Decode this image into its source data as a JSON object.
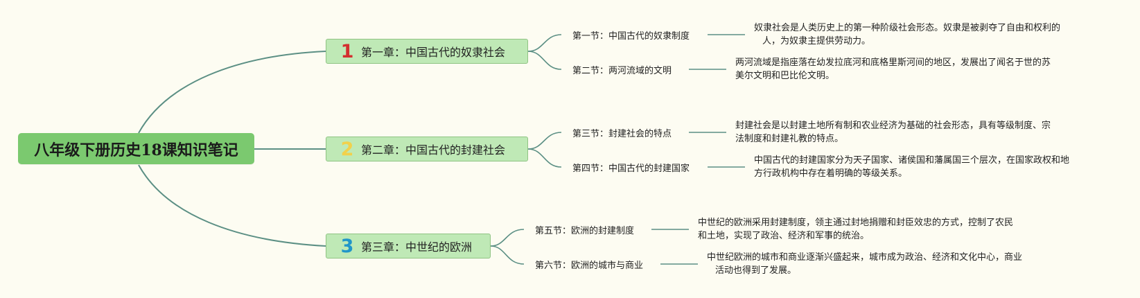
{
  "root": {
    "title": "八年级下册历史18课知识笔记"
  },
  "chapters": [
    {
      "number": "1",
      "number_color": "#d32f2f",
      "title": "第一章：中国古代的奴隶社会",
      "sections": [
        {
          "title": "第一节：中国古代的奴隶制度",
          "desc": [
            "奴隶社会是人类历史上的第一种阶级社会形态。奴隶是被剥夺了自由和权利的",
            "人，为奴隶主提供劳动力。"
          ]
        },
        {
          "title": "第二节：两河流域的文明",
          "desc": [
            "两河流域是指座落在幼发拉底河和底格里斯河间的地区，发展出了闻名于世的苏",
            "美尔文明和巴比伦文明。"
          ]
        }
      ]
    },
    {
      "number": "2",
      "number_color": "#f2d14b",
      "title": "第二章：中国古代的封建社会",
      "sections": [
        {
          "title": "第三节：封建社会的特点",
          "desc": [
            "封建社会是以封建土地所有制和农业经济为基础的社会形态，具有等级制度、宗",
            "法制度和封建礼教的特点。"
          ]
        },
        {
          "title": "第四节：中国古代的封建国家",
          "desc": [
            "中国古代的封建国家分为天子国家、诸侯国和藩属国三个层次，在国家政权和地",
            "方行政机构中存在着明确的等级关系。"
          ]
        }
      ]
    },
    {
      "number": "3",
      "number_color": "#2196c9",
      "title": "第三章：中世纪的欧洲",
      "sections": [
        {
          "title": "第五节：欧洲的封建制度",
          "desc": [
            "中世纪的欧洲采用封建制度，领主通过封地捐赠和封臣效忠的方式，控制了农民",
            "和土地，实现了政治、经济和军事的统治。"
          ]
        },
        {
          "title": "第六节：欧洲的城市与商业",
          "desc": [
            "中世纪欧洲的城市和商业逐渐兴盛起来，城市成为政治、经济和文化中心，商业",
            "活动也得到了发展。"
          ]
        }
      ]
    }
  ],
  "colors": {
    "connector": "#5b8f84",
    "root_bg": "#7bc96f",
    "chapter_bg": "#bfe9b6"
  }
}
